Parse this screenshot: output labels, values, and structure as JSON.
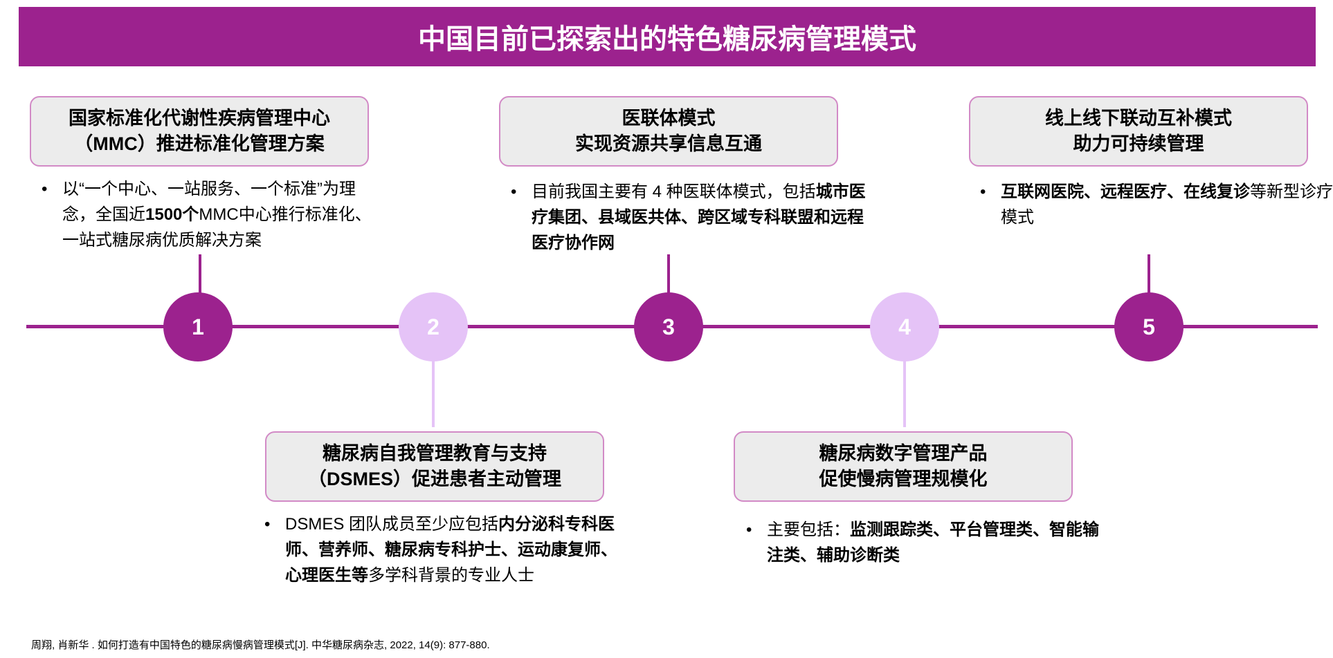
{
  "title": "中国目前已探索出的特色糖尿病管理模式",
  "steps": [
    {
      "number": "1",
      "box_lines": [
        "国家标准化代谢性疾病管理中心",
        "（MMC）推进标准化管理方案"
      ],
      "bullet": [
        {
          "t": "以“一个中心、一站服务、一个标准”为理念，全国近"
        },
        {
          "t": "1500个",
          "b": true
        },
        {
          "t": "MMC中心推行标准化、一站式糖尿病优质解决方案"
        }
      ]
    },
    {
      "number": "2",
      "box_lines": [
        "糖尿病自我管理教育与支持",
        "（DSMES）促进患者主动管理"
      ],
      "bullet": [
        {
          "t": "DSMES 团队成员至少应包括"
        },
        {
          "t": "内分泌科专科医师、营养师、糖尿病专科护士、运动康复师、心理医生等",
          "b": true
        },
        {
          "t": "多学科背景的专业人士"
        }
      ]
    },
    {
      "number": "3",
      "box_lines": [
        "医联体模式",
        "实现资源共享信息互通"
      ],
      "bullet": [
        {
          "t": "目前我国主要有 4 种医联体模式，包括"
        },
        {
          "t": "城市医疗集团、县域医共体、跨区域专科联盟和远程医疗协作网",
          "b": true
        }
      ]
    },
    {
      "number": "4",
      "box_lines": [
        "糖尿病数字管理产品",
        "促使慢病管理规模化"
      ],
      "bullet": [
        {
          "t": "主要包括："
        },
        {
          "t": "监测跟踪类、平台管理类、智能输注类、辅助诊断类",
          "b": true
        }
      ]
    },
    {
      "number": "5",
      "box_lines": [
        "线上线下联动互补模式",
        "助力可持续管理"
      ],
      "bullet": [
        {
          "t": "互联网医院、远程医疗、在线复诊",
          "b": true
        },
        {
          "t": "等新型诊疗模式"
        }
      ]
    }
  ],
  "footnote": "周翔, 肖新华 . 如何打造有中国特色的糖尿病慢病管理模式[J]. 中华糖尿病杂志, 2022, 14(9): 877-880.",
  "colors": {
    "primary": "#9c228e",
    "light": "#e5c3f7",
    "box_border": "#d28ac6",
    "box_fill": "#ececec"
  }
}
